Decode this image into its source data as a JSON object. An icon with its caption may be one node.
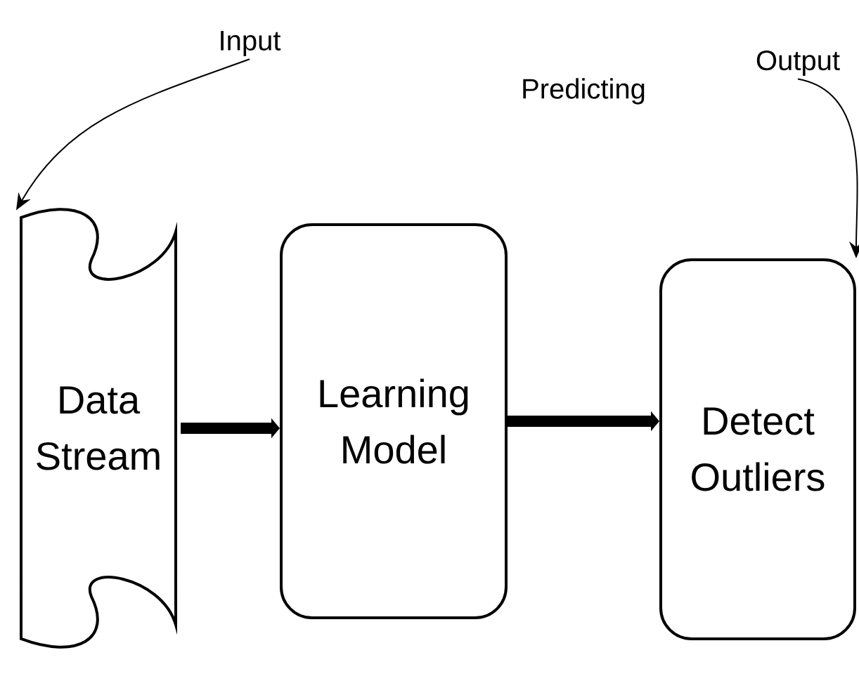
{
  "diagram": {
    "nodes": [
      {
        "text": [
          "Data Stream"
        ]
      },
      {
        "text": [
          "Learning Model"
        ]
      },
      {
        "text": [
          "Detect Outliers"
        ]
      },
      {
        "text": [
          "Input"
        ]
      },
      {
        "text": [
          "Output"
        ]
      }
    ],
    "edges": [
      {
        "from": 0,
        "to": 1,
        "arrow": "to",
        "style": "thick"
      },
      {
        "from": 1,
        "to": 2,
        "arrow": "to",
        "style": "thick"
      },
      {
        "from": 3,
        "to": 0,
        "arrow": "to"
      },
      {
        "from": 4,
        "to": 2,
        "arrow": "to"
      }
    ],
    "labels": [
      "Predicting"
    ]
  }
}
